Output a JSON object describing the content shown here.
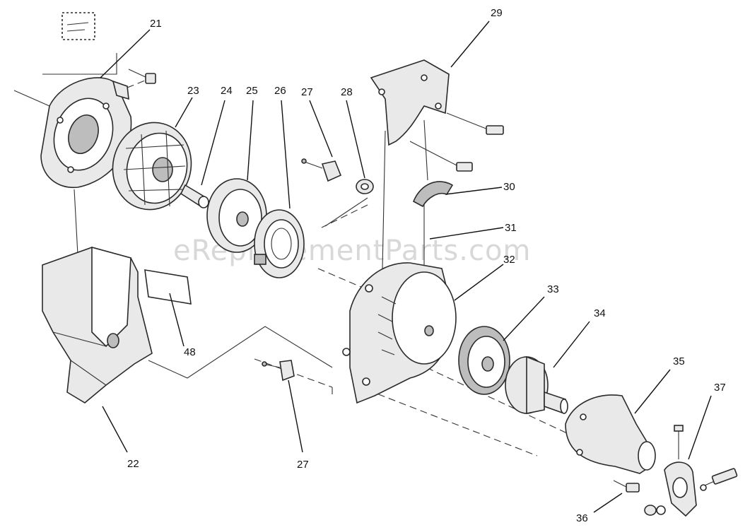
{
  "watermark": "eReplacementParts.com",
  "callouts": {
    "c21": "21",
    "c22": "22",
    "c23": "23",
    "c24": "24",
    "c25": "25",
    "c26": "26",
    "c27a": "27",
    "c27b": "27",
    "c28": "28",
    "c29": "29",
    "c30": "30",
    "c31": "31",
    "c32": "32",
    "c33": "33",
    "c34": "34",
    "c35": "35",
    "c36": "36",
    "c37": "37",
    "c48": "48"
  }
}
